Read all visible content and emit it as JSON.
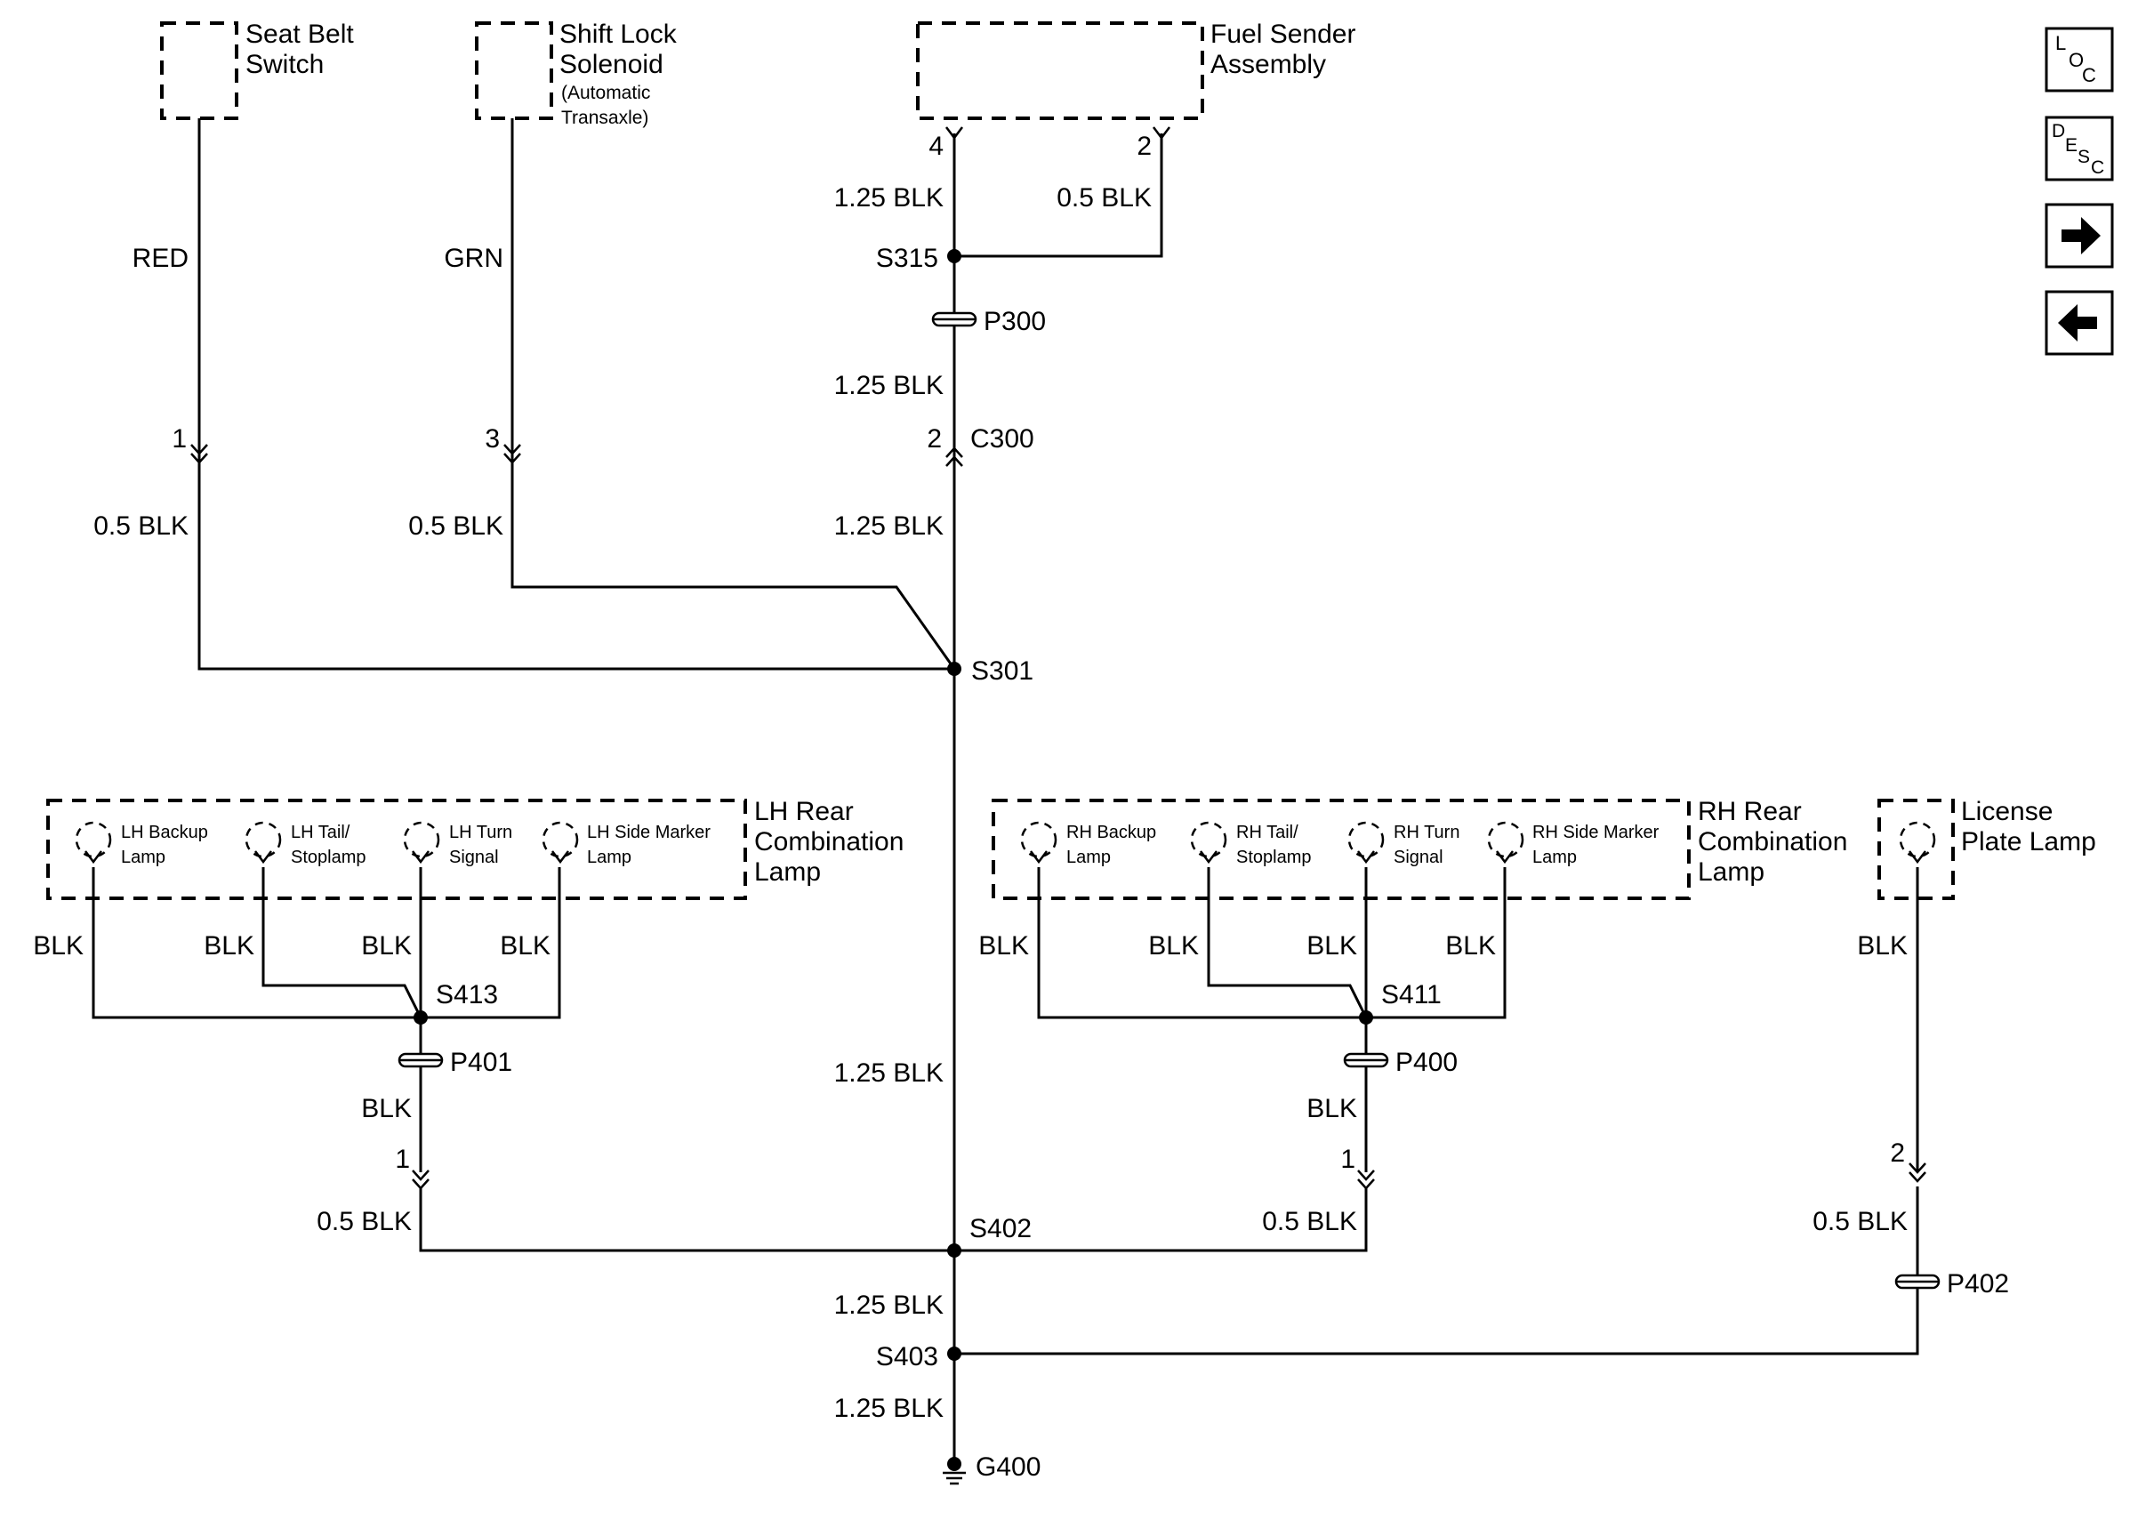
{
  "components": {
    "seat_belt_switch": [
      "Seat Belt",
      "Switch"
    ],
    "shift_lock_solenoid": [
      "Shift Lock",
      "Solenoid"
    ],
    "shift_lock_note": [
      "(Automatic",
      "Transaxle)"
    ],
    "fuel_sender": [
      "Fuel Sender",
      "Assembly"
    ],
    "lh_rear": [
      "LH Rear",
      "Combination",
      "Lamp"
    ],
    "rh_rear": [
      "RH Rear",
      "Combination",
      "Lamp"
    ],
    "license": [
      "License",
      "Plate Lamp"
    ],
    "lh_backup": [
      "LH Backup",
      "Lamp"
    ],
    "lh_tail": [
      "LH Tail/",
      "Stoplamp"
    ],
    "lh_turn": [
      "LH Turn",
      "Signal"
    ],
    "lh_side": [
      "LH Side Marker",
      "Lamp"
    ],
    "rh_backup": [
      "RH Backup",
      "Lamp"
    ],
    "rh_tail": [
      "RH Tail/",
      "Stoplamp"
    ],
    "rh_turn": [
      "RH Turn",
      "Signal"
    ],
    "rh_side": [
      "RH Side Marker",
      "Lamp"
    ]
  },
  "wires": {
    "red": "RED",
    "grn": "GRN",
    "blk": "BLK",
    "blk_05": "0.5 BLK",
    "blk_125": "1.25 BLK"
  },
  "pins": {
    "p1": "1",
    "p2": "2",
    "p3": "3",
    "p4": "4"
  },
  "splices": {
    "s315": "S315",
    "s301": "S301",
    "s413": "S413",
    "s411": "S411",
    "s402": "S402",
    "s403": "S403"
  },
  "connectors": {
    "p300": "P300",
    "c300": "C300",
    "p401": "P401",
    "p400": "P400",
    "p402": "P402"
  },
  "ground": "G400",
  "nav": {
    "loc": [
      "L",
      "O",
      "C"
    ],
    "desc": [
      "D",
      "E",
      "S",
      "C"
    ],
    "forward_icon": "right-arrow-icon",
    "back_icon": "left-arrow-icon"
  }
}
